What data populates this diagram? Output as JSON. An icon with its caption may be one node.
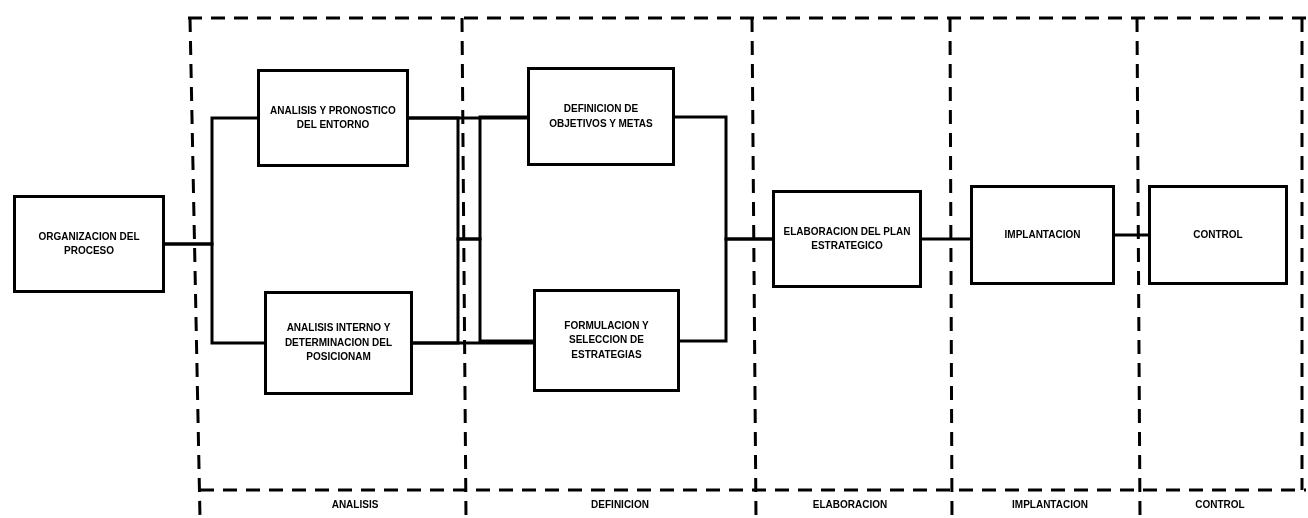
{
  "diagram": {
    "nodes": [
      {
        "text": [
          "ORGANIZACION DEL PROCESO"
        ]
      },
      {
        "text": [
          "ANALISIS Y PRONOSTICO DEL ENTORNO"
        ]
      },
      {
        "text": [
          "ANALISIS INTERNO Y DETERMINACION DEL POSICIONAM"
        ]
      },
      {
        "text": [
          "DEFINICION DE OBJETIVOS Y METAS"
        ]
      },
      {
        "text": [
          "FORMULACION Y SELECCION DE ESTRATEGIAS"
        ]
      },
      {
        "text": [
          "ELABORACION DEL PLAN ESTRATEGICO"
        ]
      },
      {
        "text": [
          "IMPLANTACION"
        ]
      },
      {
        "text": [
          "CONTROL"
        ]
      }
    ],
    "edges": [
      {
        "from": 0,
        "to": 1,
        "arrow": "none"
      },
      {
        "from": 0,
        "to": 2,
        "arrow": "none"
      },
      {
        "from": 1,
        "to": 3,
        "arrow": "none"
      },
      {
        "from": 1,
        "to": 4,
        "arrow": "none"
      },
      {
        "from": 2,
        "to": 3,
        "arrow": "none"
      },
      {
        "from": 2,
        "to": 4,
        "arrow": "none"
      },
      {
        "from": 3,
        "to": 5,
        "arrow": "none"
      },
      {
        "from": 4,
        "to": 5,
        "arrow": "none"
      },
      {
        "from": 5,
        "to": 6,
        "arrow": "none"
      },
      {
        "from": 6,
        "to": 7,
        "arrow": "none"
      }
    ],
    "labels": [
      "ANALISIS",
      "DEFINICION",
      "ELABORACION",
      "IMPLANTACION",
      "CONTROL"
    ]
  }
}
